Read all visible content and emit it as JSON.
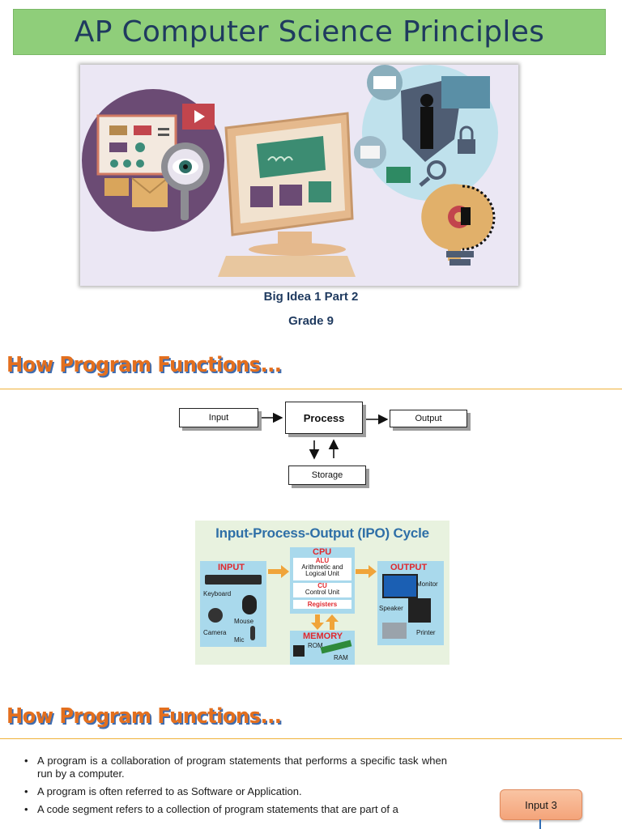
{
  "page": {
    "title": "AP Computer Science Principles",
    "subtitle_line1": "Big Idea 1 Part 2",
    "subtitle_line2": "Grade 9"
  },
  "sections": [
    {
      "heading": "How Program Functions..."
    },
    {
      "heading": "How Program Functions..."
    }
  ],
  "diagram": {
    "input": "Input",
    "process": "Process",
    "output": "Output",
    "storage": "Storage"
  },
  "ipo_figure": {
    "title": "Input-Process-Output (IPO) Cycle",
    "input_heading": "INPUT",
    "input_items": [
      "Keyboard",
      "Mouse",
      "Camera",
      "Mic"
    ],
    "cpu_heading": "CPU",
    "alu": "ALU",
    "alu_desc_1": "Arithmetic and",
    "alu_desc_2": "Logical Unit",
    "cu": "CU",
    "cu_desc": "Control Unit",
    "registers": "Registers",
    "memory_heading": "MEMORY",
    "memory_items": [
      "ROM",
      "RAM"
    ],
    "output_heading": "OUTPUT",
    "output_items": [
      "Monitor",
      "Speaker",
      "Printer"
    ]
  },
  "bullets": [
    "A program is a collaboration of program statements that performs a specific task when run by a computer.",
    "A program is often referred to as Software or Application.",
    "A code segment refers to a collection of program statements that are part of a"
  ],
  "side_box": {
    "label": "Input 3"
  },
  "colors": {
    "banner": "#8fce7a",
    "heading_orange": "#e36f1e",
    "heading_shadow_blue": "#3e6db1",
    "rule": "#f0b23a",
    "ipo_panel": "#a9d9ec"
  }
}
